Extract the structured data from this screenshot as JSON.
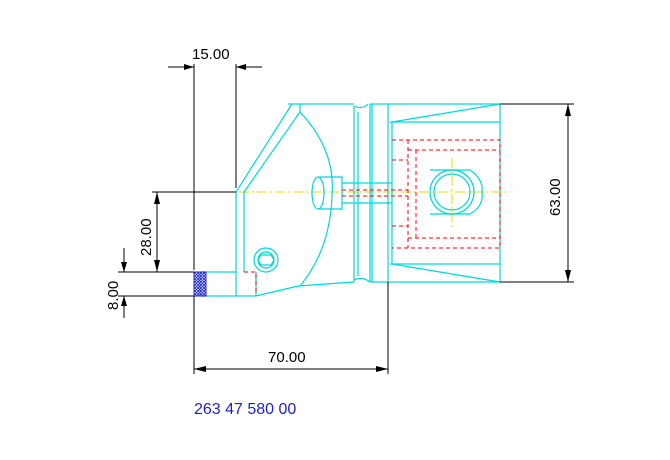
{
  "dimensions": {
    "top_width": "15.00",
    "overall_height": "63.00",
    "center_height": "28.00",
    "insert_height": "8.00",
    "overall_length": "70.00"
  },
  "part_number": "263 47 580 00",
  "colors": {
    "outline": "#00d8d8",
    "hidden": "#ff0000",
    "centerline": "#e8d800",
    "dimension": "#000000",
    "part_number": "#1f1fd0",
    "insert": "#1f1fd0"
  }
}
